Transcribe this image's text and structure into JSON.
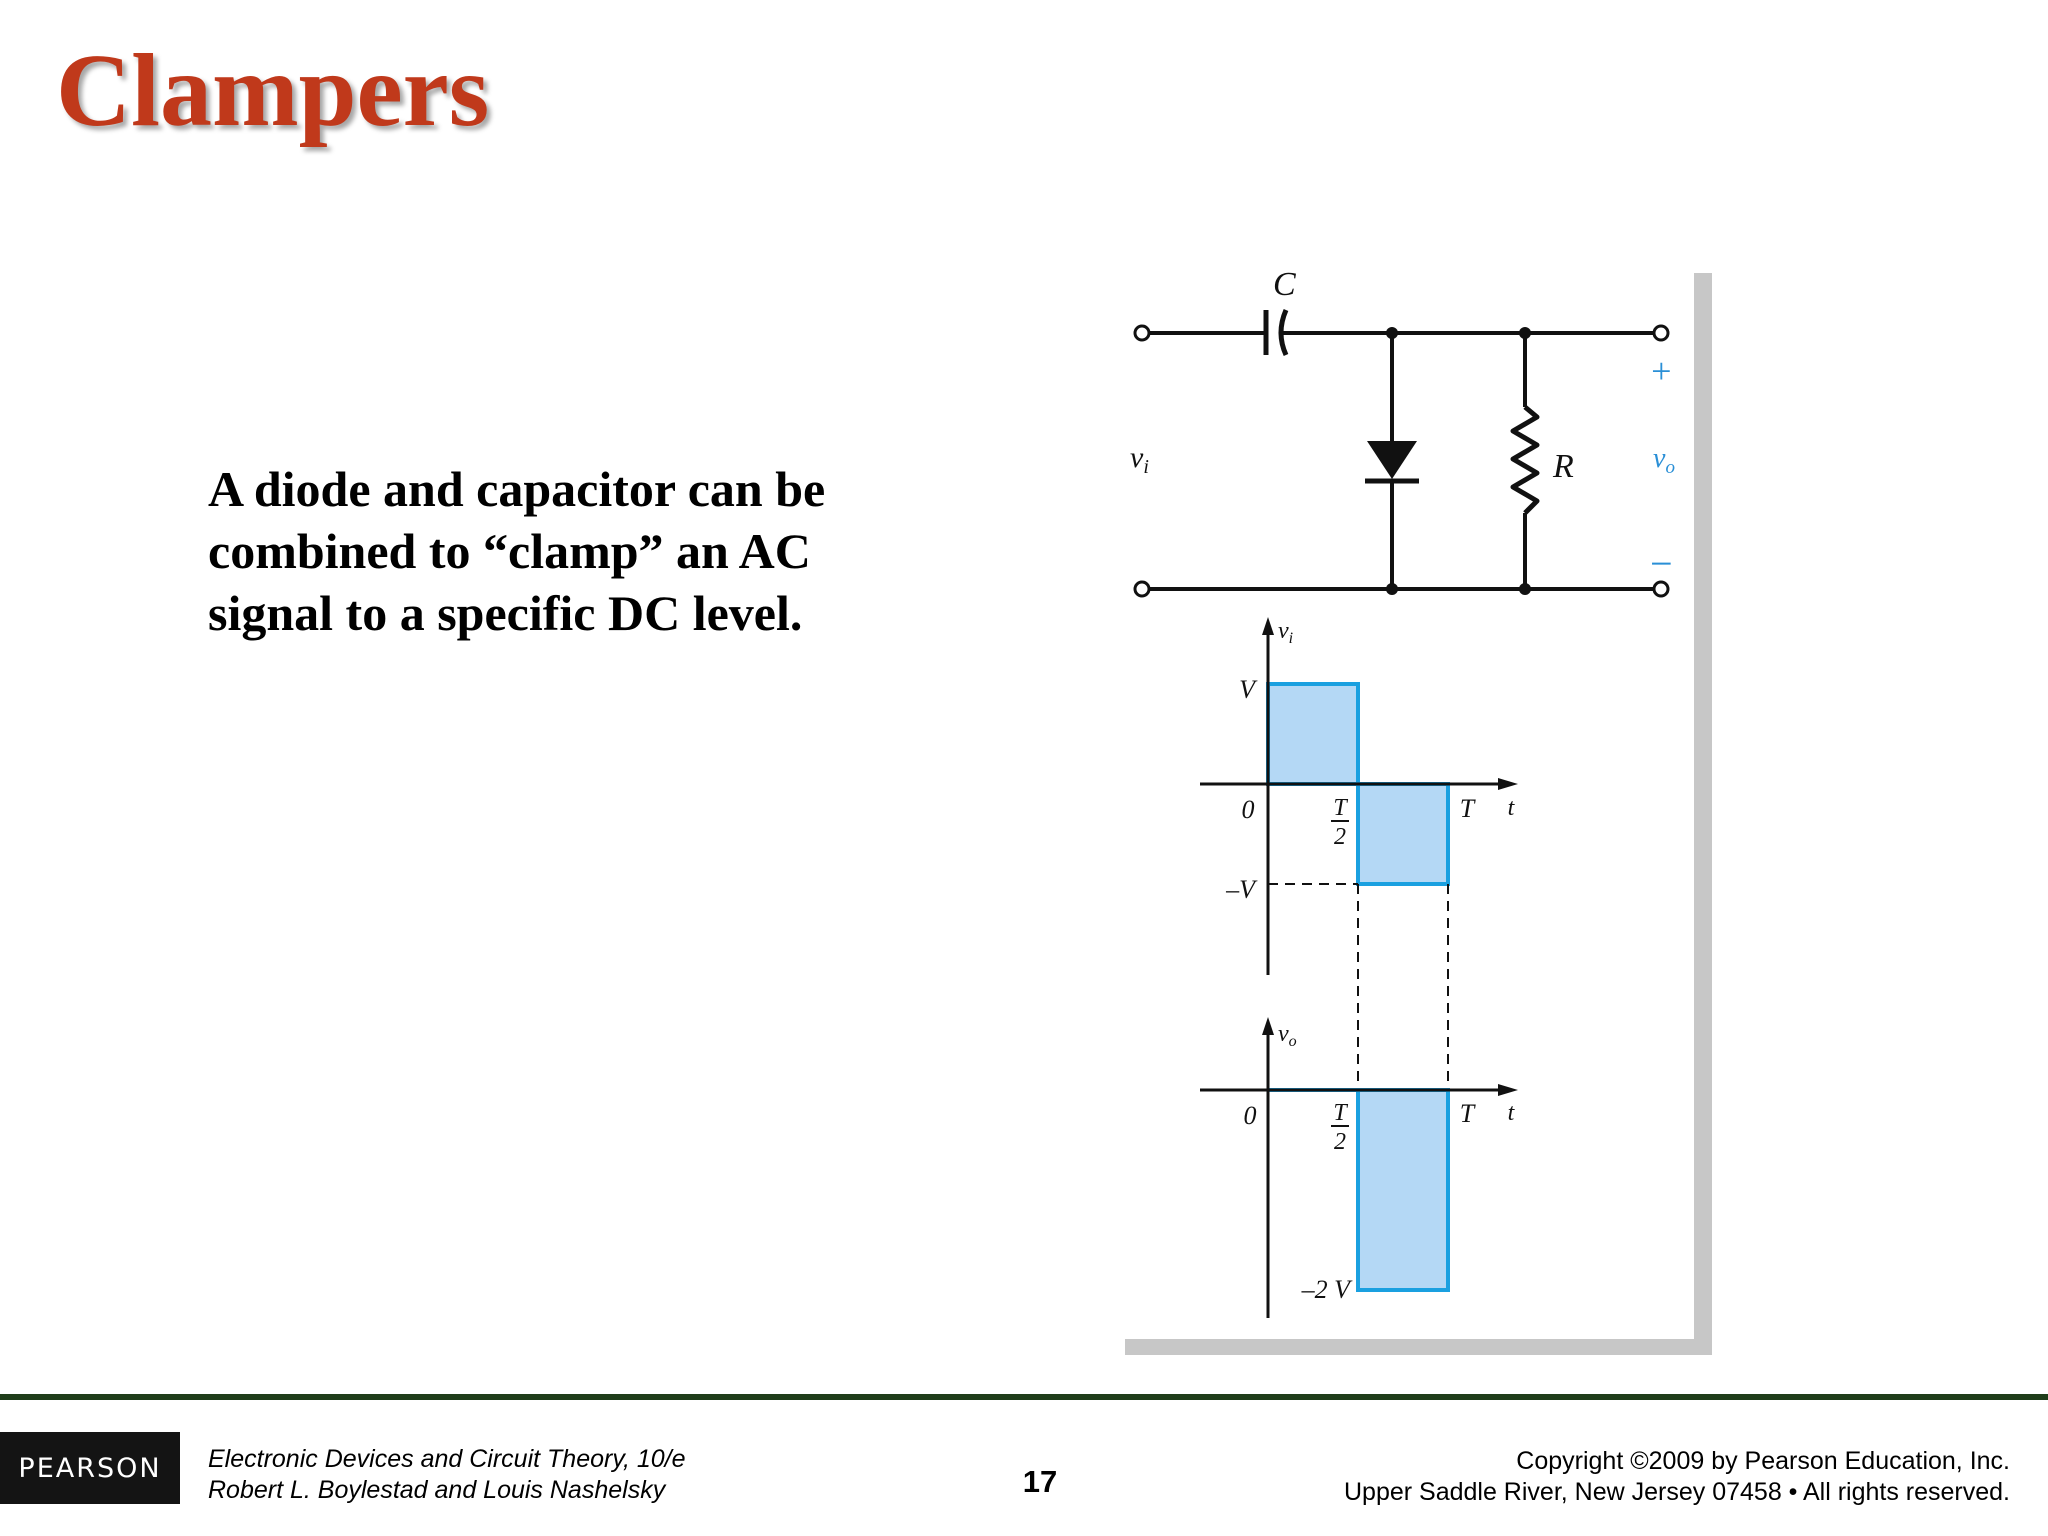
{
  "slide": {
    "title": "Clampers",
    "body_lines": [
      "A diode and capacitor can be",
      "combined to “clamp” an AC",
      "signal to a specific DC level."
    ]
  },
  "figure": {
    "circuit": {
      "capacitor_label": "C",
      "resistor_label": "R",
      "input_label": "v",
      "input_sub": "i",
      "output_label": "v",
      "output_sub": "o",
      "plus_sign": "+",
      "minus_sign": "−"
    },
    "input_waveform": {
      "y_axis_label": "v",
      "y_axis_sub": "i",
      "pos_level_label": "V",
      "neg_level_label": "–V",
      "origin_label": "0",
      "half_period_num": "T",
      "half_period_den": "2",
      "period_label": "T",
      "time_label": "t",
      "levels": [
        1,
        -1
      ]
    },
    "output_waveform": {
      "y_axis_label": "v",
      "y_axis_sub": "o",
      "neg_level_label": "–2 V",
      "origin_label": "0",
      "half_period_num": "T",
      "half_period_den": "2",
      "period_label": "T",
      "time_label": "t",
      "levels": [
        0,
        -2
      ]
    },
    "colors": {
      "fill": "#b4d8f5",
      "stroke": "#1aa0e0",
      "label_blue": "#2a8fd6",
      "shadow": "#c7c7c7"
    }
  },
  "footer": {
    "logo_text": "PEARSON",
    "book_title": "Electronic Devices and Circuit Theory, 10/e",
    "authors": "Robert L. Boylestad and Louis Nashelsky",
    "page_number": "17",
    "copyright_line1": "Copyright ©2009 by Pearson Education, Inc.",
    "copyright_line2": "Upper Saddle River, New Jersey 07458 • All rights reserved."
  }
}
